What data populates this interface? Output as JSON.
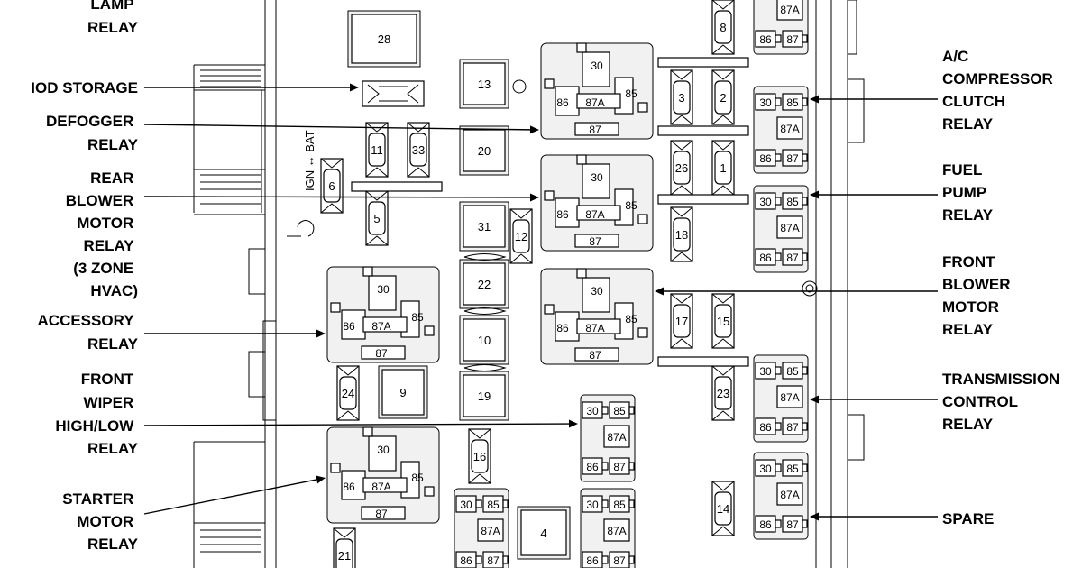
{
  "labels": {
    "lamp_relay": [
      "LAMP",
      "RELAY"
    ],
    "iod_storage": [
      "IOD STORAGE"
    ],
    "defogger_relay": [
      "DEFOGGER",
      "RELAY"
    ],
    "rear_blower": [
      "REAR",
      "BLOWER",
      "MOTOR",
      "RELAY",
      "(3 ZONE",
      "HVAC)"
    ],
    "accessory_relay": [
      "ACCESSORY",
      "RELAY"
    ],
    "front_wiper": [
      "FRONT",
      "WIPER",
      "HIGH/LOW",
      "RELAY"
    ],
    "starter_motor": [
      "STARTER",
      "MOTOR",
      "RELAY"
    ],
    "ac_compressor": [
      "A/C",
      "COMPRESSOR",
      "CLUTCH",
      "RELAY"
    ],
    "fuel_pump": [
      "FUEL",
      "PUMP",
      "RELAY"
    ],
    "front_blower": [
      "FRONT",
      "BLOWER",
      "MOTOR",
      "RELAY"
    ],
    "transmission": [
      "TRANSMISSION",
      "CONTROL",
      "RELAY"
    ],
    "spare": [
      "SPARE"
    ]
  },
  "ign_bat": "IGN ↔ BAT",
  "relay_pins": {
    "p30": "30",
    "p85": "85",
    "p86": "86",
    "p87a": "87A",
    "p87": "87"
  },
  "fuses": {
    "f1": "1",
    "f2": "2",
    "f3": "3",
    "f4": "4",
    "f5": "5",
    "f6": "6",
    "f8": "8",
    "f9": "9",
    "f10": "10",
    "f11": "11",
    "f12": "12",
    "f13": "13",
    "f14": "14",
    "f15": "15",
    "f16": "16",
    "f17": "17",
    "f18": "18",
    "f19": "19",
    "f20": "20",
    "f21": "21",
    "f22": "22",
    "f23": "23",
    "f24": "24",
    "f26": "26",
    "f28": "28",
    "f31": "31",
    "f33": "33"
  }
}
